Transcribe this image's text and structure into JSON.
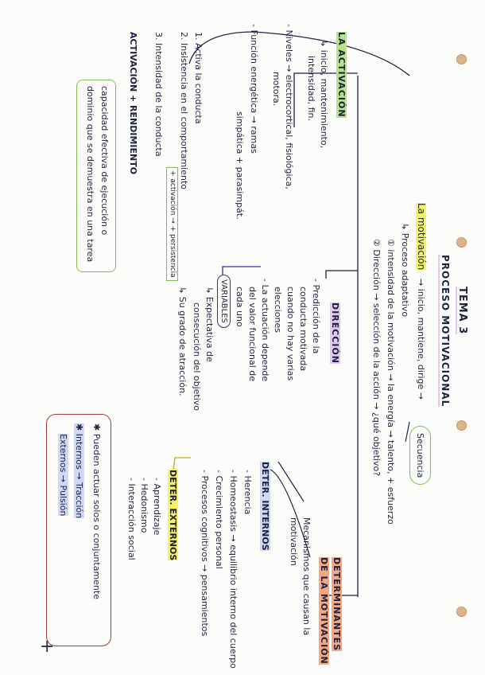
{
  "title": "TEMA 3",
  "subtitle": "PROCESO MOTIVACIONAL",
  "motivacion": {
    "label": "La motivación",
    "def": "→ inicio, mantiene, dirige →",
    "secuencia": "Secuencia",
    "proceso": "↳ Proceso adaptativo",
    "p1": "① intensidad de la motivación → la energía → talento, + esfuerzo",
    "p2": "② Dirección → selección de la acción → ¿qué objetivo?"
  },
  "activacion": {
    "label": "LA ACTIVACIÓN",
    "l1": "↳ inicio, mantenimiento,",
    "l2": "intensidad, fin.",
    "l3": "- Niveles → electrocortical, fisiológica,",
    "l4": "motora.",
    "l5": "- Función energética → ramas",
    "l6": "simpática + parasimpát.",
    "list1": "1. Activa la conducta",
    "list2": "2. Insistencia en el comportamiento",
    "list2b": "+ activación → + persistencia",
    "list3": "3. Intensidad de la conducta"
  },
  "rendimiento": {
    "label": "ACTIVACIÓN + RENDIMIENTO",
    "l1": "capacidad efectiva de ejecución o",
    "l2": "dominio que se demuestra en una tarea"
  },
  "direccion": {
    "label": "DIRECCIÓN",
    "l1": "- Predicción de la",
    "l2": "conducta motivada",
    "l3": "cuando no hay varias",
    "l4": "elecciones",
    "l5": "- La actuación depende",
    "l6": "del valor funcional de",
    "l7": "cada uno",
    "variables": "VARIABLES",
    "v1": "↳ Expectativa de",
    "v2": "consecución del objetivo",
    "v3": "↳ Su grado de atracción."
  },
  "determinantes": {
    "label1": "DETERMINANTES",
    "label2": "DE LA MOTIVACIÓN",
    "desc1": "Mecanismos que causan la",
    "desc2": "motivación",
    "internos": "DETER. INTERNOS",
    "i1": "- Herencia",
    "i2": "- Homeostasis → equilibrio interno del cuerpo",
    "i3": "- Crecimiento personal",
    "i4": "- Procesos cognitivos → pensamientos",
    "externos": "DETER. EXTERNOS",
    "e1": "- Aprendizaje",
    "e2": "- Hedonismo",
    "e3": "- Interacción social"
  },
  "nota": {
    "l1": "✱ Pueden actuar solos o conjuntamente",
    "l2": "✱ Internos → Tracción",
    "l3": "Externos → Pulsión"
  },
  "colors": {
    "ink": "#1d2240",
    "yellow": "#f5f35f",
    "green": "#b7e28a",
    "purple": "#e3c7ef",
    "orange": "#f6a77f",
    "red-box": "#a33b37"
  }
}
